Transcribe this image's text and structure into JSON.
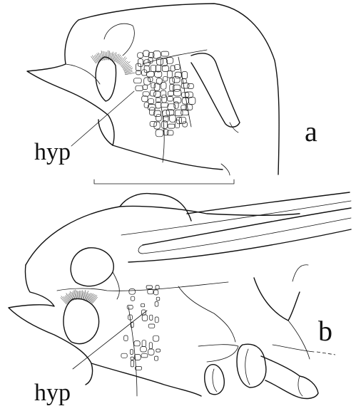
{
  "panels": [
    {
      "letter": "a",
      "pointer_label": "hyp"
    },
    {
      "letter": "b",
      "pointer_label": "hyp"
    }
  ],
  "colors": {
    "ink": "#111111",
    "background": "#ffffff"
  },
  "has_scale_bar": true
}
